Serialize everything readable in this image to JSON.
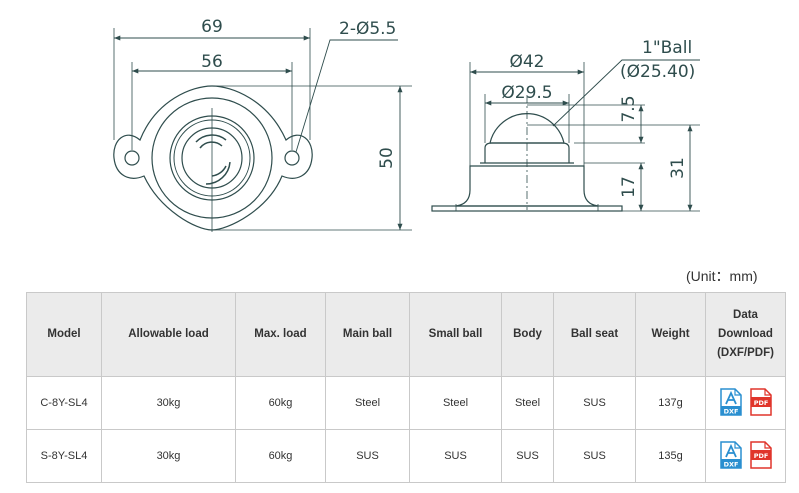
{
  "drawing": {
    "dim_69": "69",
    "dim_56": "56",
    "dim_holes": "2-Ø5.5",
    "dim_50": "50",
    "dim_42": "Ø42",
    "dim_29_5": "Ø29.5",
    "ball_label": "1\"Ball",
    "ball_size": "(Ø25.40)",
    "dim_7_5": "7.5",
    "dim_17": "17",
    "dim_31": "31",
    "line_color": "#2f4d4d"
  },
  "unit_label": "(Unit：mm)",
  "table": {
    "headers": {
      "model": "Model",
      "allowable_load": "Allowable load",
      "max_load": "Max. load",
      "main_ball": "Main ball",
      "small_ball": "Small ball",
      "body": "Body",
      "ball_seat": "Ball seat",
      "weight": "Weight",
      "download_1": "Data",
      "download_2": "Download",
      "download_3": "(DXF/PDF)"
    },
    "rows": [
      {
        "model": "C-8Y-SL4",
        "allowable_load": "30kg",
        "max_load": "60kg",
        "main_ball": "Steel",
        "small_ball": "Steel",
        "body": "Steel",
        "ball_seat": "SUS",
        "weight": "137g",
        "dxf_label": "DXF",
        "pdf_label": "PDF"
      },
      {
        "model": "S-8Y-SL4",
        "allowable_load": "30kg",
        "max_load": "60kg",
        "main_ball": "SUS",
        "small_ball": "SUS",
        "body": "SUS",
        "ball_seat": "SUS",
        "weight": "135g",
        "dxf_label": "DXF",
        "pdf_label": "PDF"
      }
    ]
  },
  "icons": {
    "dxf": "dxf-file-icon",
    "pdf": "pdf-file-icon",
    "dxf_color": "#2a8fd0",
    "pdf_color": "#e0352b"
  }
}
